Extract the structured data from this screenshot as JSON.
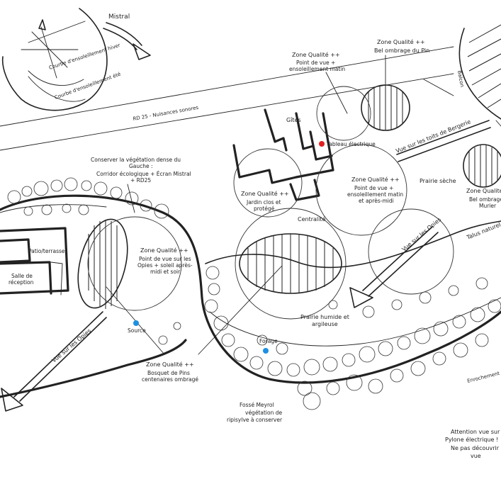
{
  "labels": {
    "mistral": "Mistral",
    "courbe_hiver": "Courbe d'ensoleillement hiver",
    "courbe_ete": "Courbe d'ensoleillement été",
    "road": "RD 25 - Nuisances sonores",
    "zone_pin_title": "Zone Qualité ++",
    "zone_pin_sub": "Bel ombrage du Pin",
    "zone_matin_title": "Zone Qualité ++",
    "zone_matin_1": "Point de vue +",
    "zone_matin_2": "ensoleillement matin",
    "gites": "Gîtes",
    "tableau": "Tableau électrique",
    "vue_bergerie": "Vue sur les toits de Bergerie",
    "balcon": "Balcon",
    "conserver_1": "Conserver la végétation dense du",
    "conserver_2": "Gauche :",
    "conserver_3": "Corridor écologique + Écran Mistral",
    "conserver_4": "+ RD25",
    "zone_jardin_title": "Zone Qualité ++",
    "zone_jardin_1": "Jardin clos et",
    "zone_jardin_2": "protégé",
    "zone_amidi_title": "Zone Qualité ++",
    "zone_amidi_1": "Point de vue +",
    "zone_amidi_2": "ensoleillement matin",
    "zone_amidi_3": "et après-midi",
    "prairie_seche": "Prairie sèche",
    "zone_murier_title": "Zone Qualité ++",
    "zone_murier_1": "Bel ombrage",
    "zone_murier_2": "Murier",
    "centralite": "Centralité",
    "talus": "Talus naturel",
    "patio": "Patio/terrasse",
    "salle_1": "Salle de",
    "salle_2": "réception",
    "zone_opies_title": "Zone Qualité ++",
    "zone_opies_1": "Point de vue sur les",
    "zone_opies_2": "Opies + soleil après-",
    "zone_opies_3": "midi et soir",
    "vue_opies_right": "Vue sur les Opies",
    "source": "Source",
    "prairie_humide_1": "Prairie humide et",
    "prairie_humide_2": "argileuse",
    "forage": "Forage",
    "vue_opies_left": "Vue sur les Opies",
    "zone_bosquet_title": "Zone Qualité ++",
    "zone_bosquet_1": "Bosquet de Pins",
    "zone_bosquet_2": "centenaires ombragé",
    "fosse_1": "Fossé Meyrol",
    "fosse_2": "végétation de",
    "fosse_3": "ripisylve à conserver",
    "enrochement": "Enrochement",
    "attention_1": "Attention vue sur",
    "attention_2": "Pylone électrique !",
    "attention_3": "Ne pas découvrir la",
    "attention_4": "vue"
  },
  "colors": {
    "tableau_marker": "#e02020",
    "water_marker": "#1e90e0",
    "ink": "#222222"
  }
}
